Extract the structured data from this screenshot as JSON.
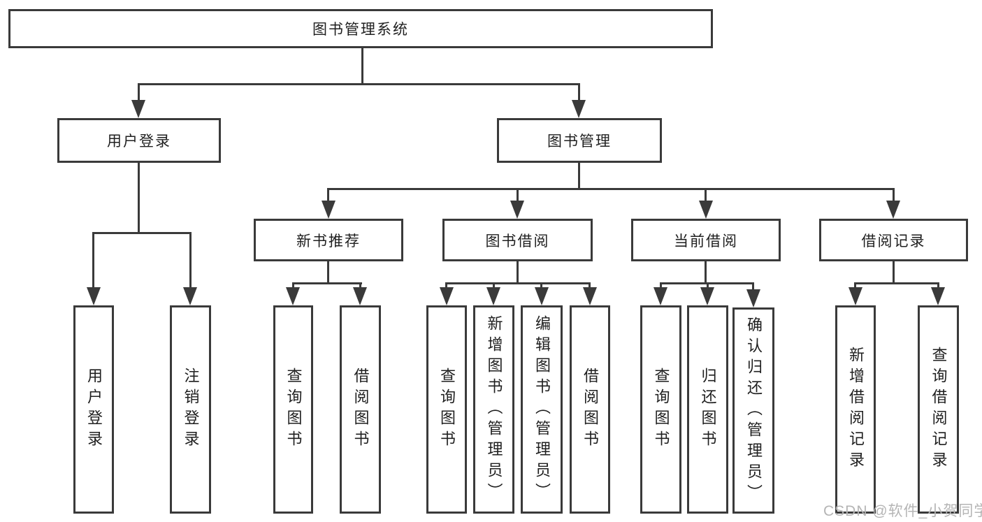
{
  "diagram": {
    "title": "图书管理系统",
    "branches": [
      {
        "label": "用户登录",
        "children": [
          {
            "label": "用户登录"
          },
          {
            "label": "注销登录"
          }
        ]
      },
      {
        "label": "图书管理",
        "children": [
          {
            "label": "新书推荐",
            "children": [
              {
                "label": "查询图书"
              },
              {
                "label": "借阅图书"
              }
            ]
          },
          {
            "label": "图书借阅",
            "children": [
              {
                "label": "查询图书"
              },
              {
                "label": "新增图书（管理员）"
              },
              {
                "label": "编辑图书（管理员）"
              },
              {
                "label": "借阅图书"
              }
            ]
          },
          {
            "label": "当前借阅",
            "children": [
              {
                "label": "查询图书"
              },
              {
                "label": "归还图书"
              },
              {
                "label": "确认归还（管理员）"
              }
            ]
          },
          {
            "label": "借阅记录",
            "children": [
              {
                "label": "新增借阅记录"
              },
              {
                "label": "查询借阅记录"
              }
            ]
          }
        ]
      }
    ],
    "watermark": "CSDN @软件_小贺同学",
    "colors": {
      "line": "#3a3a3a",
      "text": "#1f1f1f",
      "watermark": "#b5b5b5",
      "background": "#ffffff"
    }
  }
}
